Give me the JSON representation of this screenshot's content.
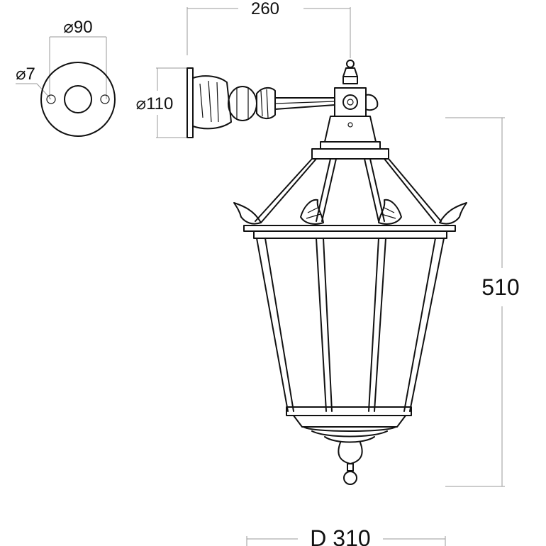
{
  "dimensions": {
    "arm_length": "260",
    "plate_holes_spacing": "⌀90",
    "hole_diameter": "⌀7",
    "plate_diameter": "⌀110",
    "height": "510",
    "lantern_diameter": "D 310"
  },
  "colors": {
    "ink": "#111111",
    "dimension_line": "#9a9a9a",
    "background": "#ffffff"
  }
}
